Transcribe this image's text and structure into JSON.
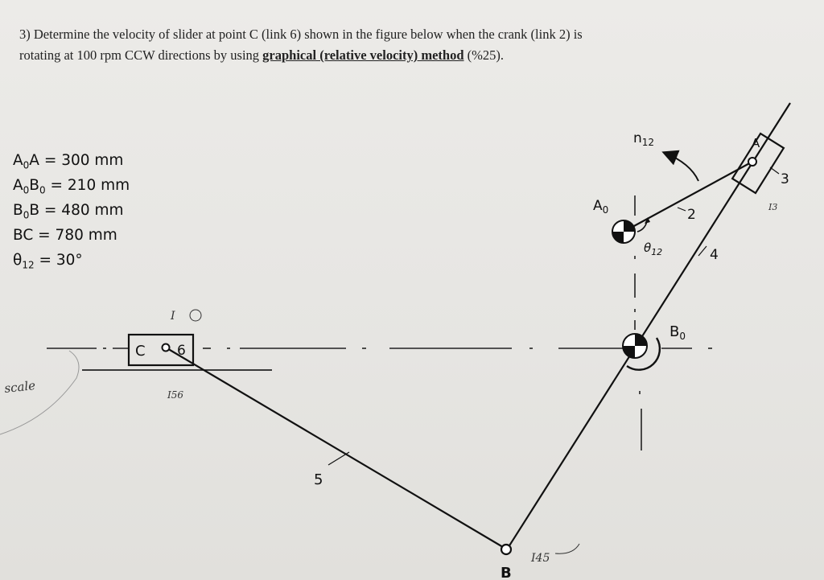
{
  "question": {
    "line1_prefix": "3) Determine the velocity of slider at point C (link 6) shown in the figure below when the crank (link 2) is",
    "line2_prefix": "rotating at 100 rpm CCW directions by using ",
    "method": "graphical (relative velocity) method",
    "line2_suffix": " (%25)."
  },
  "givens": {
    "A0A": {
      "label": "A",
      "sub": "0",
      "rest": "A = 300 mm"
    },
    "A0B0": {
      "pre": "A",
      "sub1": "0",
      "mid": "B",
      "sub2": "0",
      "rest": " = 210 mm"
    },
    "B0B": {
      "pre": "B",
      "sub": "0",
      "rest": "B = 480 mm"
    },
    "BC": "BC = 780 mm",
    "theta": {
      "pre": "θ",
      "sub": "12",
      "rest": " = 30°"
    }
  },
  "labels": {
    "n12": "n",
    "n12_sub": "12",
    "A0": "A",
    "A0_sub": "0",
    "B0": "B",
    "B0_sub": "0",
    "A": "A",
    "B": "B",
    "C": "C",
    "link2": "2",
    "link3": "3",
    "link4": "4",
    "link5": "5",
    "link6": "6",
    "theta12": "θ",
    "theta12_sub": "12"
  },
  "handwritten": {
    "scale": "scale",
    "I16": "I",
    "I56": "I56",
    "I45": "I45",
    "I3": "I3"
  }
}
